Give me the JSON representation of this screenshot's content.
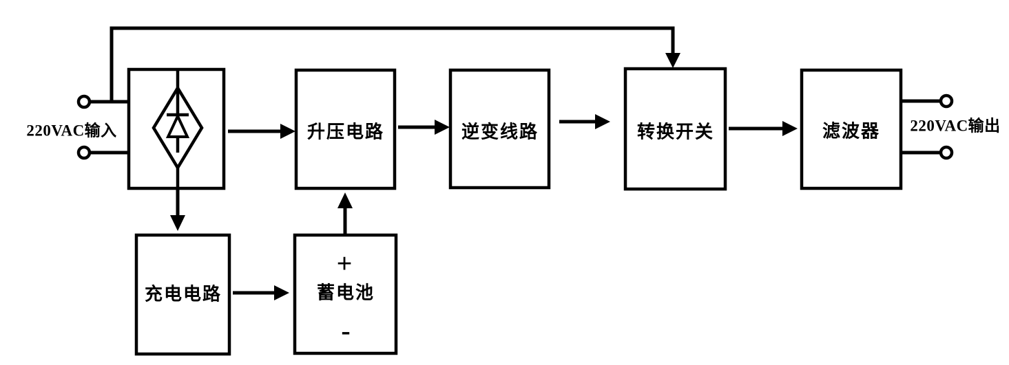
{
  "labels": {
    "input": "220VAC输入",
    "output": "220VAC输出"
  },
  "blocks": {
    "rectifier": {
      "label": "",
      "icon": "bridge-rectifier-diode-icon"
    },
    "boost": {
      "label": "升压电路"
    },
    "inverter": {
      "label": "逆变线路"
    },
    "transfer_switch": {
      "label": "转换开关"
    },
    "filter": {
      "label": "滤波器"
    },
    "charger": {
      "label": "充电电路"
    },
    "battery": {
      "label": "蓄电池",
      "plus": "+",
      "minus": "-"
    }
  },
  "icons": {
    "terminal": "circle-terminal-icon",
    "arrowhead": "filled-arrowhead-icon",
    "rectifier_symbol": "bridge-rectifier-diode-icon"
  },
  "connections": [
    {
      "from": "ac_input",
      "to": "rectifier",
      "type": "wire"
    },
    {
      "from": "ac_input",
      "to": "transfer_switch",
      "type": "bypass_arrow"
    },
    {
      "from": "rectifier",
      "to": "boost",
      "type": "arrow"
    },
    {
      "from": "boost",
      "to": "inverter",
      "type": "arrow"
    },
    {
      "from": "inverter",
      "to": "transfer_switch",
      "type": "arrow"
    },
    {
      "from": "transfer_switch",
      "to": "filter",
      "type": "arrow"
    },
    {
      "from": "filter",
      "to": "ac_output",
      "type": "wire"
    },
    {
      "from": "rectifier",
      "to": "charger",
      "type": "arrow"
    },
    {
      "from": "charger",
      "to": "battery",
      "type": "arrow"
    },
    {
      "from": "battery",
      "to": "boost",
      "type": "arrow"
    }
  ],
  "colors": {
    "line": "#000000",
    "background": "#ffffff"
  }
}
